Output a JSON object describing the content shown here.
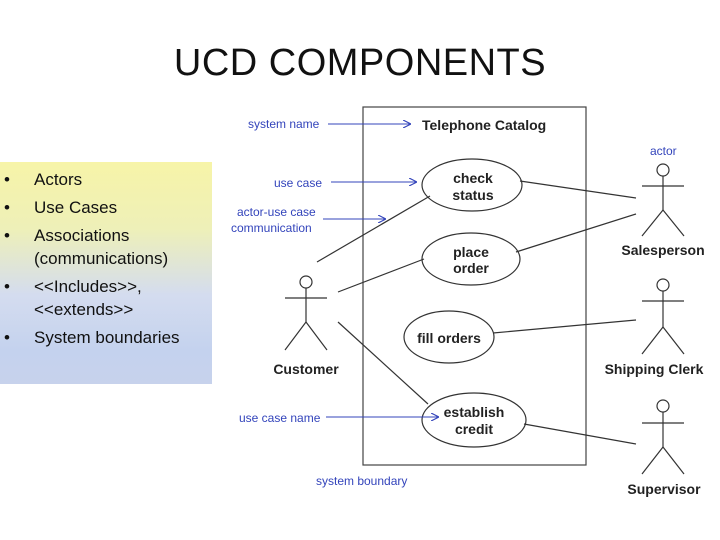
{
  "slide": {
    "title": "UCD COMPONENTS",
    "bullet_char": "•",
    "bullets": [
      "Actors",
      "Use Cases",
      "Associations (communications)",
      "<<Includes>>, <<extends>>",
      "System boundaries"
    ]
  },
  "diagram": {
    "system_name": "Telephone Catalog",
    "use_cases": [
      {
        "line1": "check",
        "line2": "status"
      },
      {
        "line1": "place",
        "line2": "order"
      },
      {
        "line1": "fill orders",
        "line2": ""
      },
      {
        "line1": "establish",
        "line2": "credit"
      }
    ],
    "actors": {
      "customer": "Customer",
      "salesperson": "Salesperson",
      "shipping_clerk": "Shipping Clerk",
      "supervisor": "Supervisor"
    },
    "annotations": {
      "system_name": "system name",
      "use_case": "use case",
      "actor_use_case_line1": "actor-use case",
      "actor_use_case_line2": "communication",
      "actor": "actor",
      "use_case_name": "use case name",
      "system_boundary": "system boundary"
    },
    "colors": {
      "annotation": "#3344bb",
      "lines": "#333333",
      "panel_top": "#f7f4a8",
      "panel_bottom": "#c4d2ee"
    }
  }
}
